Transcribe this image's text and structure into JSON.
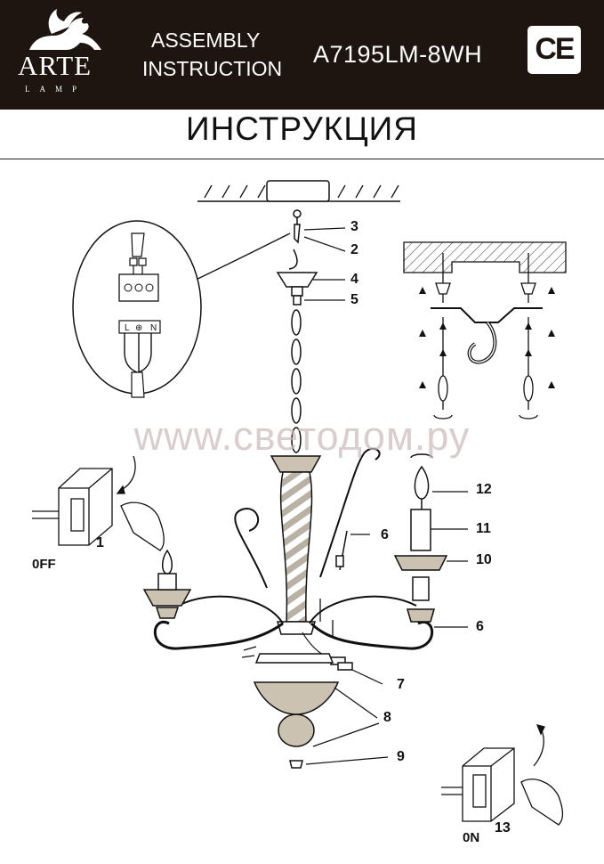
{
  "header": {
    "brand": "ARTE",
    "brand_sub": "LAMP",
    "doc_line1": "ASSEMBLY",
    "doc_line2": "INSTRUCTION",
    "model": "A7195LM-8WH",
    "mark": "CE"
  },
  "title": "ИНСТРУКЦИЯ",
  "watermark": "www.светодом.ру",
  "terminal_labels": [
    "L",
    "⊕",
    "N"
  ],
  "callouts": [
    "1",
    "2",
    "3",
    "4",
    "5",
    "6",
    "6",
    "7",
    "8",
    "9",
    "10",
    "11",
    "12",
    "13"
  ],
  "switch_off_label": "0FF",
  "switch_on_label": "0N"
}
